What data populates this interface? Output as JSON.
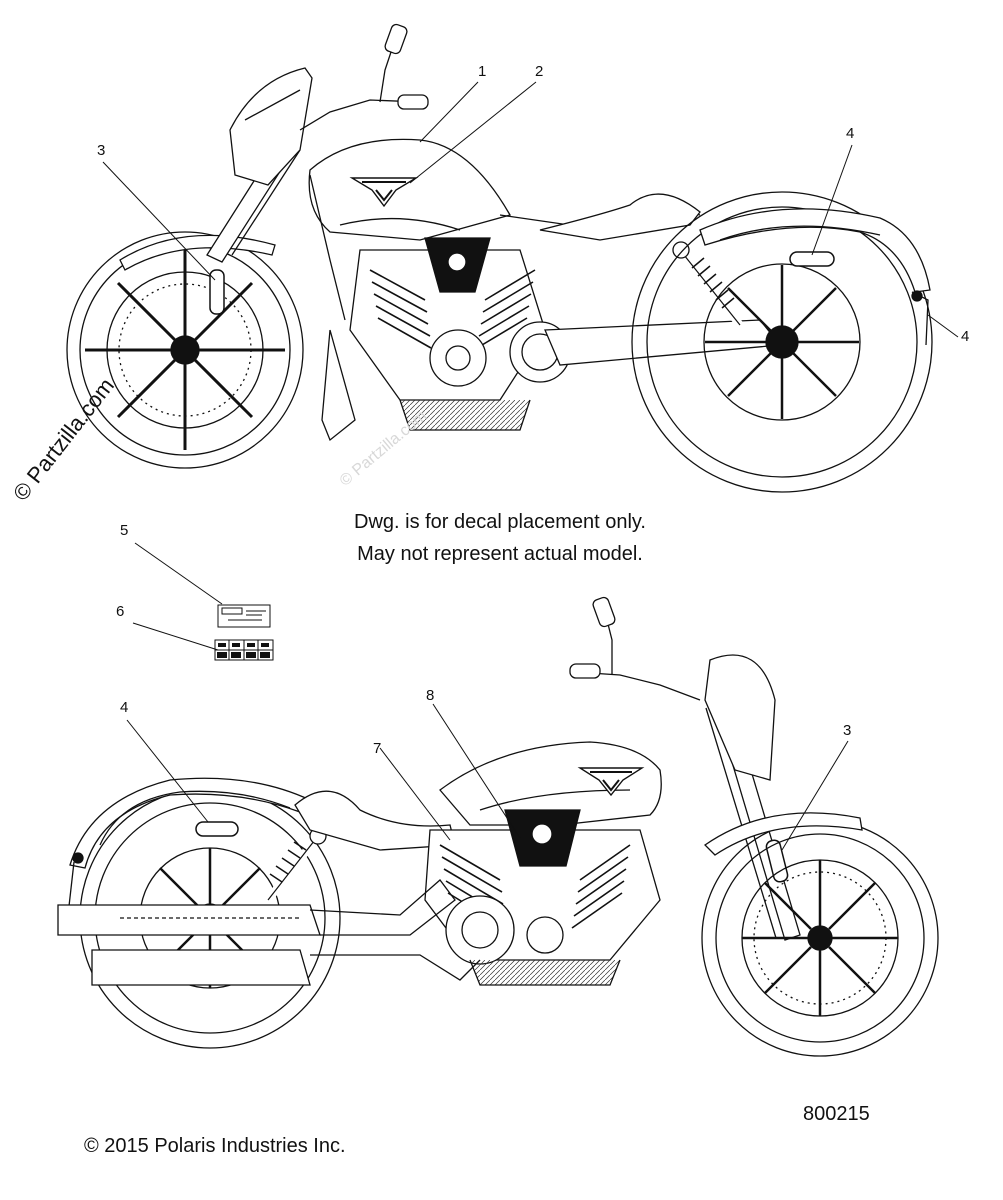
{
  "note": {
    "line1": "Dwg. is for decal placement only.",
    "line2": "May not represent actual model."
  },
  "watermark": "© Partzilla.com",
  "faint_watermark": "© Partzilla.com",
  "copyright": "© 2015 Polaris Industries Inc.",
  "drawing_number": "800215",
  "callouts": {
    "top": [
      "1",
      "2",
      "3",
      "4",
      "4"
    ],
    "middle": [
      "5",
      "6"
    ],
    "bottom": [
      "4",
      "7",
      "8",
      "3"
    ]
  }
}
